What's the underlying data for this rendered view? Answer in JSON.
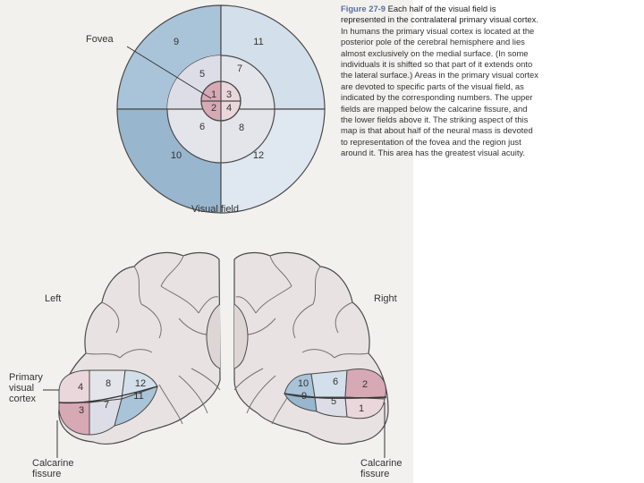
{
  "caption": {
    "figure_label": "Figure 27-9",
    "lead": "Each half of the visual field is represented in the contralateral primary visual cortex.",
    "body": "In humans the primary visual cortex is located at the posterior pole of the cerebral hemisphere and lies almost exclusively on the medial surface. (In some individuals it is shifted so that part of it extends onto the lateral surface.) Areas in the primary visual cortex are devoted to specific parts of the visual field, as indicated by the corresponding numbers. The upper fields are mapped below the calcarine fissure, and the lower fields above it. The striking aspect of this map is that about half of the neural mass is devoted to representation of the fovea and the region just around it. This area has the greatest visual acuity."
  },
  "visual_field": {
    "fovea_label": "Fovea",
    "title": "Visual field",
    "outer_numbers": [
      "9",
      "11",
      "10",
      "12"
    ],
    "middle_numbers": [
      "5",
      "7",
      "6",
      "8"
    ],
    "inner_numbers": [
      "1",
      "3",
      "2",
      "4"
    ]
  },
  "brain": {
    "left_label": "Left",
    "right_label": "Right",
    "primary_visual_cortex_label": [
      "Primary",
      "visual",
      "cortex"
    ],
    "calcarine_fissure_label_left": [
      "Calcarine",
      "fissure"
    ],
    "calcarine_fissure_label_right": [
      "Calcarine",
      "fissure"
    ],
    "left_areas": [
      "4",
      "8",
      "12",
      "3",
      "7",
      "11"
    ],
    "right_areas": [
      "10",
      "6",
      "2",
      "9",
      "5",
      "1"
    ]
  },
  "colors": {
    "blue_outer": "#a9c4d8",
    "blue_light": "#d3dfeb",
    "pink": "#d7a9b5",
    "pink_light": "#ead7dc",
    "gray_light": "#e6e6ea"
  }
}
